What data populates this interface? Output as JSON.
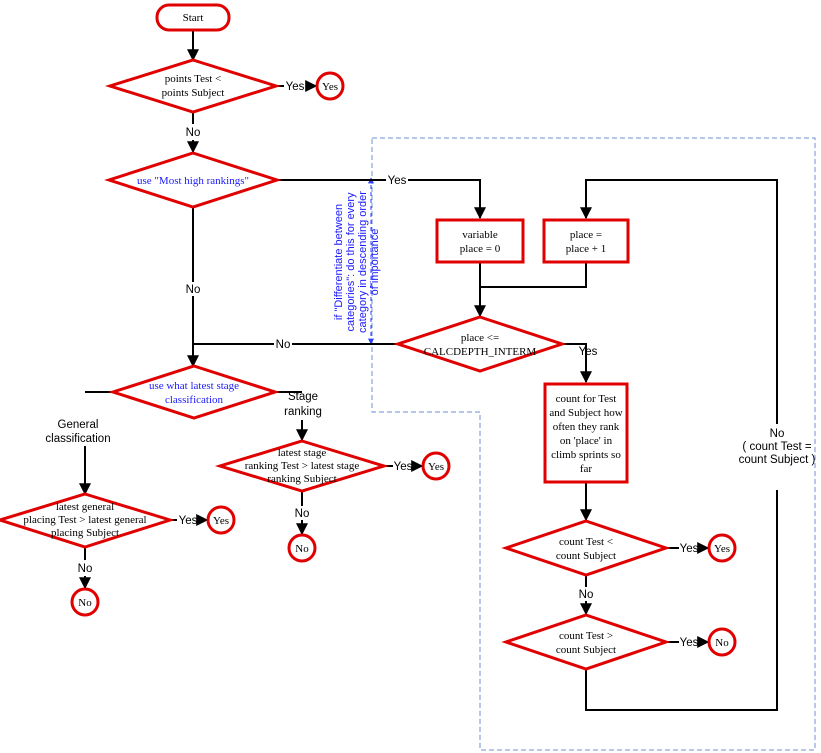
{
  "nodes": {
    "start": "Start",
    "d1": [
      "points Test <",
      "points Subject"
    ],
    "d2": "use \"Most high rankings\"",
    "d3": [
      "use what latest stage",
      "classification"
    ],
    "d4": [
      "latest general",
      "placing Test > latest general",
      "placing Subject"
    ],
    "d5": [
      "latest stage",
      "ranking Test > latest stage",
      "ranking Subject"
    ],
    "p1": [
      "variable",
      "place = 0"
    ],
    "p2": [
      "place =",
      "place + 1"
    ],
    "d6": [
      "place <=",
      "CALCDEPTH_INTERM"
    ],
    "p3": [
      "count for Test",
      "and Subject how",
      "often they rank",
      "on 'place' in",
      "climb sprints so",
      "far"
    ],
    "d7": [
      "count Test <",
      "count Subject"
    ],
    "d8": [
      "count Test >",
      "count Subject"
    ],
    "t_yes": "Yes",
    "t_no": "No"
  },
  "labels": {
    "yes": "Yes",
    "no": "No",
    "general": [
      "General",
      "classification"
    ],
    "stage": [
      "Stage",
      "ranking"
    ],
    "loop_no": [
      "No",
      "( count Test =",
      "count Subject )"
    ],
    "annotation": [
      "if \"Differentiate between",
      "categories\": do this for every",
      "category in descending order",
      "of importance"
    ]
  }
}
